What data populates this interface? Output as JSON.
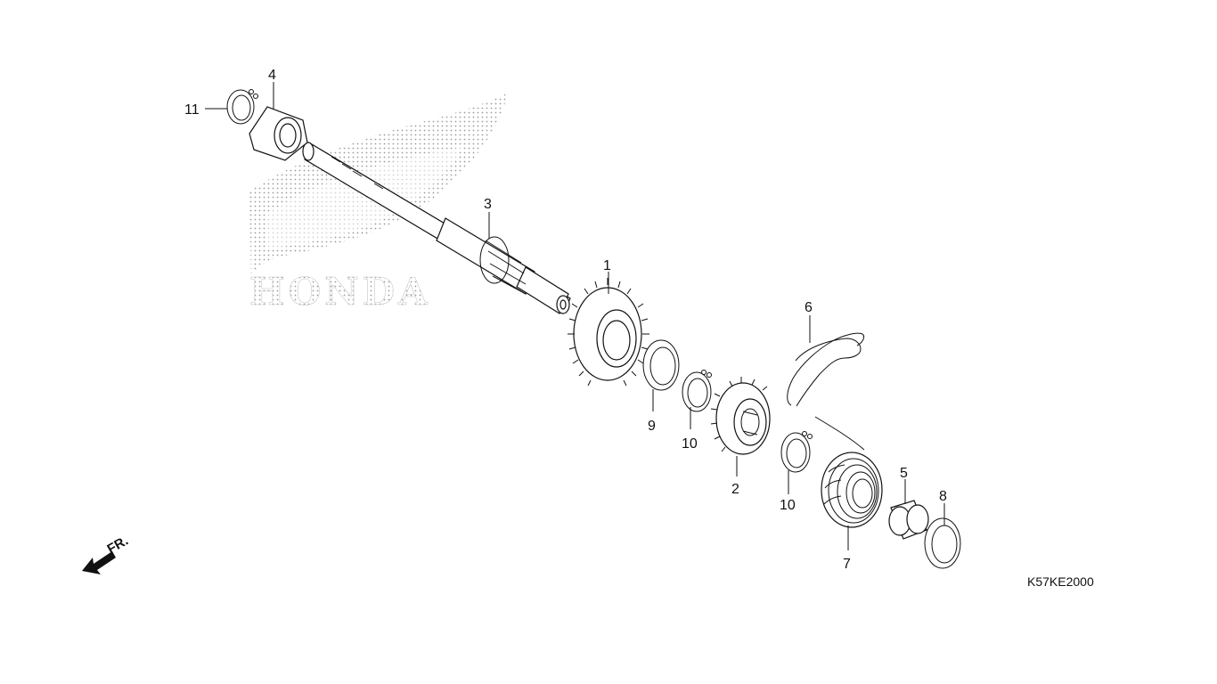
{
  "diagram": {
    "code": "K57KE2000",
    "direction_label": "FR.",
    "watermark_logo": "HONDA",
    "callouts": [
      {
        "id": "c1",
        "label": "1"
      },
      {
        "id": "c2",
        "label": "2"
      },
      {
        "id": "c3",
        "label": "3"
      },
      {
        "id": "c4",
        "label": "4"
      },
      {
        "id": "c5",
        "label": "5"
      },
      {
        "id": "c6",
        "label": "6"
      },
      {
        "id": "c7",
        "label": "7"
      },
      {
        "id": "c8",
        "label": "8"
      },
      {
        "id": "c9",
        "label": "9"
      },
      {
        "id": "c10a",
        "label": "10"
      },
      {
        "id": "c10b",
        "label": "10"
      },
      {
        "id": "c11",
        "label": "11"
      }
    ]
  }
}
